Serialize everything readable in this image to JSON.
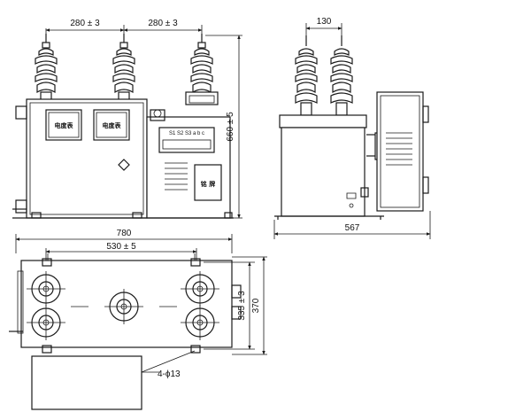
{
  "front_view": {
    "dim_top_left": "280 ± 3",
    "dim_top_right": "280 ± 3",
    "dim_height": "660 ± 5",
    "meter_label_1": "电度表",
    "meter_label_2": "电度表",
    "terminal_label": "S1 S2 S3  a b c",
    "nameplate_label": "铭 牌"
  },
  "side_view": {
    "dim_bushing_spacing": "130",
    "dim_depth": "567"
  },
  "plan_view": {
    "dim_overall_length": "780",
    "dim_mount_spacing": "530 ± 5",
    "dim_mount_depth": "335 ± 3",
    "dim_overall_depth": "370",
    "hole_callout": "4-ϕ13"
  }
}
